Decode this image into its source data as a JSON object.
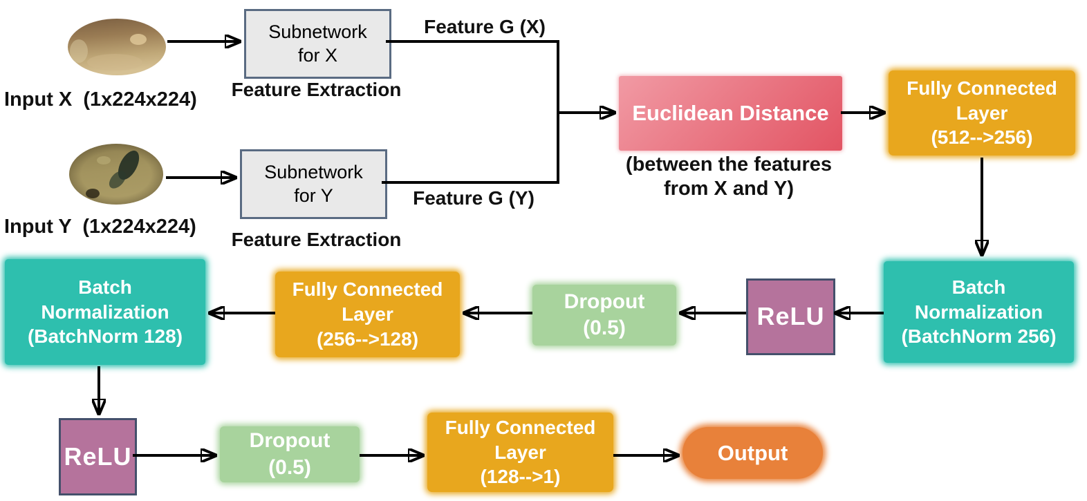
{
  "colors": {
    "fc_fill": "#E8A71E",
    "batchnorm_fill": "#2EBFAE",
    "relu_fill": "#B5739C",
    "relu_border": "#44506B",
    "dropout_fill": "#A8D39D",
    "output_fill": "#E8813A",
    "distance_gradient_start": "#F19AA4",
    "distance_gradient_end": "#E25463",
    "subnetwork_fill": "#E9E9E9",
    "subnetwork_border": "#5A6B82",
    "arrow": "#000000",
    "label_text": "#111111",
    "box_text": "#FFFFFF"
  },
  "branch_x": {
    "input_label": "Input X  (1x224x224)",
    "seed_image": "seed-photo-x",
    "subnetwork_lines": [
      "Subnetwork",
      "for X"
    ],
    "stage_label": "Feature Extraction",
    "feature_label": "Feature G (X)"
  },
  "branch_y": {
    "input_label": "Input Y  (1x224x224)",
    "seed_image": "seed-photo-y",
    "subnetwork_lines": [
      "Subnetwork",
      "for Y"
    ],
    "stage_label": "Feature Extraction",
    "feature_label": "Feature G (Y)"
  },
  "distance": {
    "label": "Euclidean Distance",
    "caption_lines": [
      "(between the features",
      "from X and Y)"
    ]
  },
  "layers": {
    "fc1_lines": [
      "Fully Connected",
      "Layer",
      "(512-->256)"
    ],
    "bn256_lines": [
      "Batch",
      "Normalization",
      "(BatchNorm 256)"
    ],
    "relu1_label": "ReLU",
    "dropout1_lines": [
      "Dropout",
      "(0.5)"
    ],
    "fc2_lines": [
      "Fully Connected",
      "Layer",
      "(256-->128)"
    ],
    "bn128_lines": [
      "Batch",
      "Normalization",
      "(BatchNorm 128)"
    ],
    "relu2_label": "ReLU",
    "dropout2_lines": [
      "Dropout",
      "(0.5)"
    ],
    "fc3_lines": [
      "Fully Connected",
      "Layer",
      "(128-->1)"
    ],
    "output_label": "Output"
  }
}
